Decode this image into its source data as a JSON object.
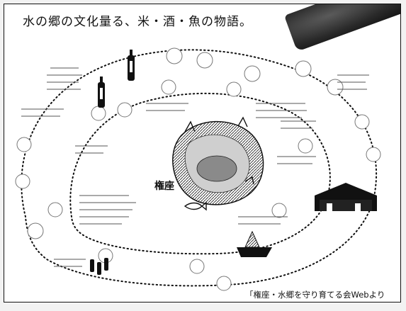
{
  "page": {
    "title": "水の郷の文化量る、米・酒・魚の物語。",
    "center_label": "権座",
    "credit": "「権座・水郷を守り育てる会Webより"
  },
  "colors": {
    "ink": "#111111",
    "banner": "#1e1e1e",
    "paper": "#ffffff"
  },
  "icons": [
    "sake-bottle-icon",
    "warehouse-icon",
    "boat-icon",
    "island-icon",
    "banner-ribbon"
  ]
}
